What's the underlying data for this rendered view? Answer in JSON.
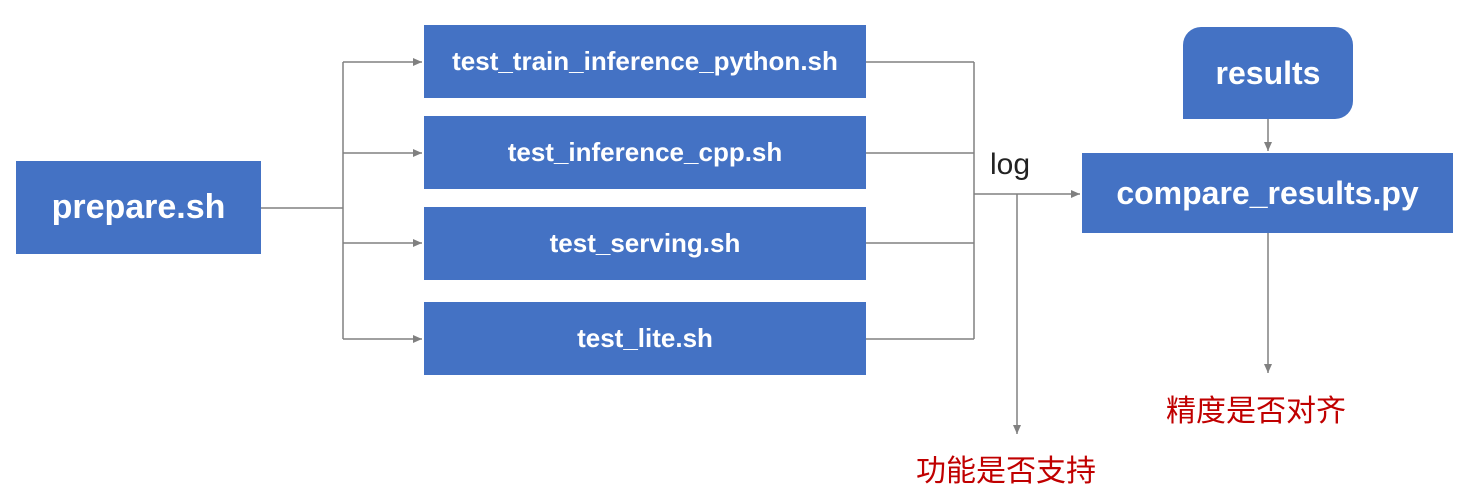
{
  "nodes": {
    "prepare": "prepare.sh",
    "train_inference_python": "test_train_inference_python.sh",
    "inference_cpp": "test_inference_cpp.sh",
    "serving": "test_serving.sh",
    "lite": "test_lite.sh",
    "results": "results",
    "compare": "compare_results.py"
  },
  "labels": {
    "log": "log",
    "precision_check": "精度是否对齐",
    "function_check": "功能是否支持"
  },
  "colors": {
    "node_fill": "#4472c4",
    "node_text": "#ffffff",
    "connector": "#808080",
    "outcome_text": "#c00000"
  }
}
